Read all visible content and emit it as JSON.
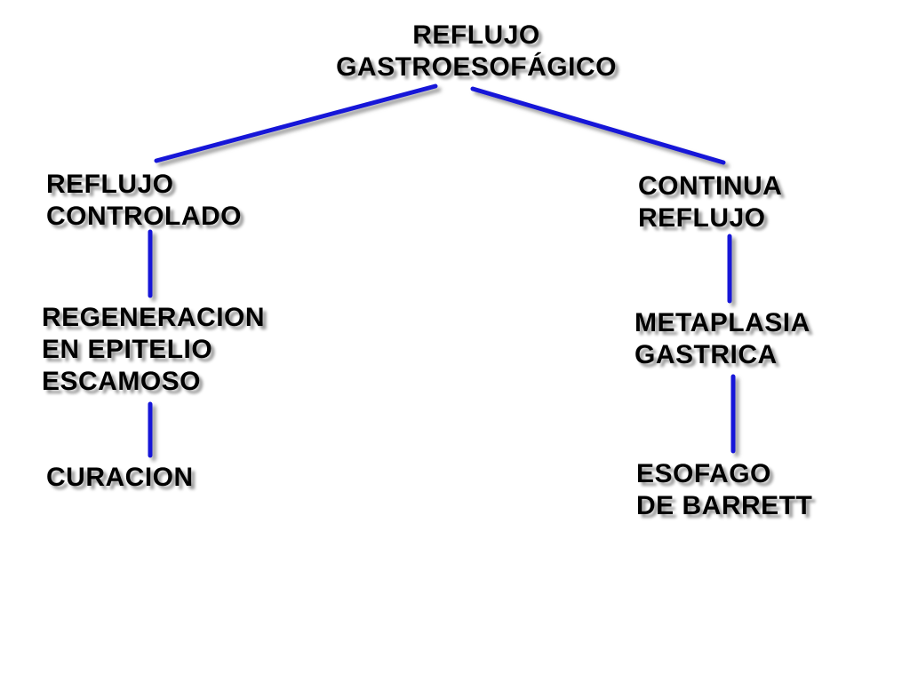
{
  "diagram": {
    "line_color": "#1414d8",
    "shadow_color": "#9a9a9a",
    "root": {
      "lines": [
        "REFLUJO",
        "GASTROESOFÁGICO"
      ]
    },
    "left_branch": {
      "level1": {
        "lines": [
          "REFLUJO",
          "CONTROLADO"
        ]
      },
      "level2": {
        "lines": [
          "REGENERACION",
          "EN EPITELIO",
          "ESCAMOSO"
        ]
      },
      "level3": {
        "lines": [
          "CURACION"
        ]
      }
    },
    "right_branch": {
      "level1": {
        "lines": [
          "CONTINUA",
          "REFLUJO"
        ]
      },
      "level2": {
        "lines": [
          "METAPLASIA",
          "GASTRICA"
        ]
      },
      "level3": {
        "lines": [
          "ESOFAGO",
          "DE BARRETT"
        ]
      }
    }
  }
}
